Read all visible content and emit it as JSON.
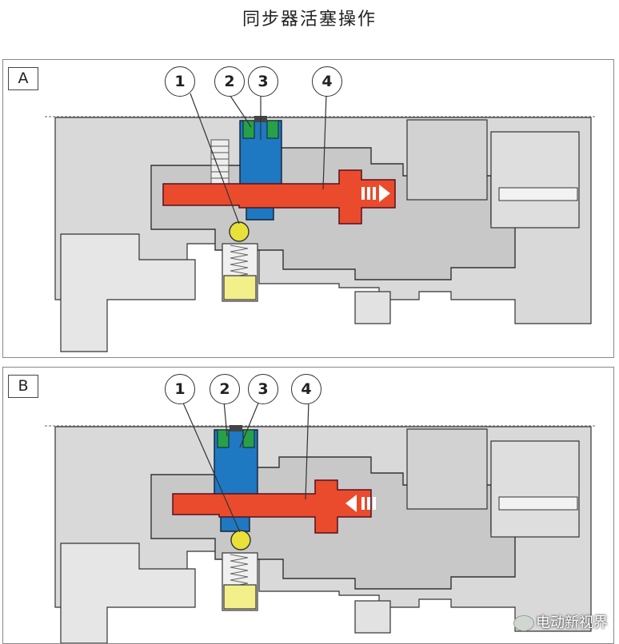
{
  "title": "同步器活塞操作",
  "panels": [
    {
      "tag": "A",
      "callouts": [
        "1",
        "2",
        "3",
        "4"
      ],
      "direction": "right"
    },
    {
      "tag": "B",
      "callouts": [
        "1",
        "2",
        "3",
        "4"
      ],
      "direction": "left"
    }
  ],
  "watermark": "电动新视界",
  "colors": {
    "housing": "#c8c8c8",
    "piston_rod": "#ea4b2c",
    "piston_seal_blue": "#1f78c2",
    "seal_green": "#27a048",
    "detent_yellow": "#e8e13a"
  }
}
